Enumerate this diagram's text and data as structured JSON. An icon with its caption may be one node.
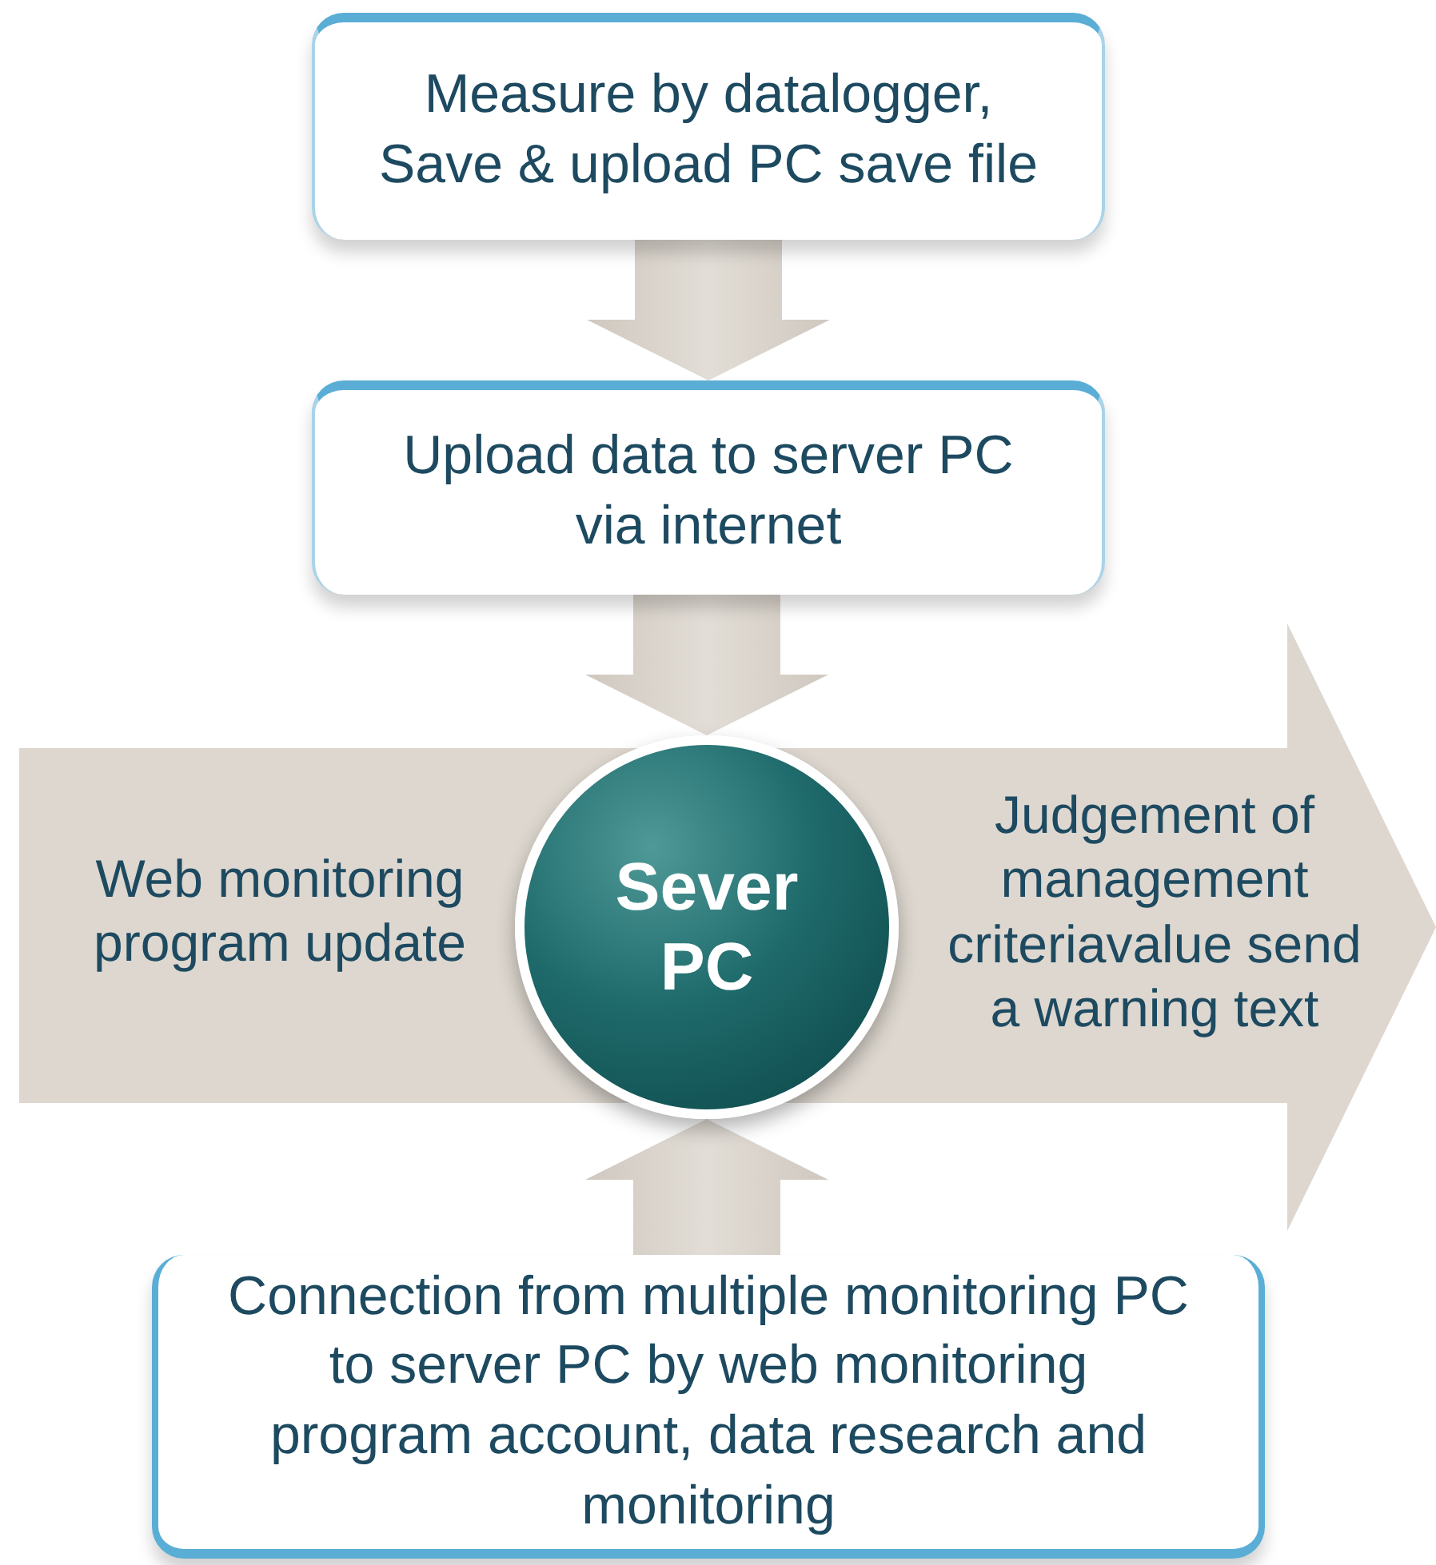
{
  "diagram": {
    "nodes": [
      {
        "text": [
          "Measure by datalogger, Save & upload PC save file"
        ]
      },
      {
        "text": [
          "Upload data to server PC via internet"
        ]
      },
      {
        "text": [
          "Web monitoring program update",
          "Judgement of management criteriavalue send a warning text"
        ]
      },
      {
        "text": [
          "Sever PC"
        ],
        "in": 2
      },
      {
        "text": [
          "Connection from multiple monitoring PC to server PC by web monitoring program account, data research and monitoring"
        ]
      }
    ],
    "edges": [
      {
        "from": 0,
        "to": 1,
        "arrow": "to"
      },
      {
        "from": 1,
        "to": 3,
        "arrow": "to"
      },
      {
        "from": 4,
        "to": 3,
        "arrow": "to"
      }
    ]
  }
}
